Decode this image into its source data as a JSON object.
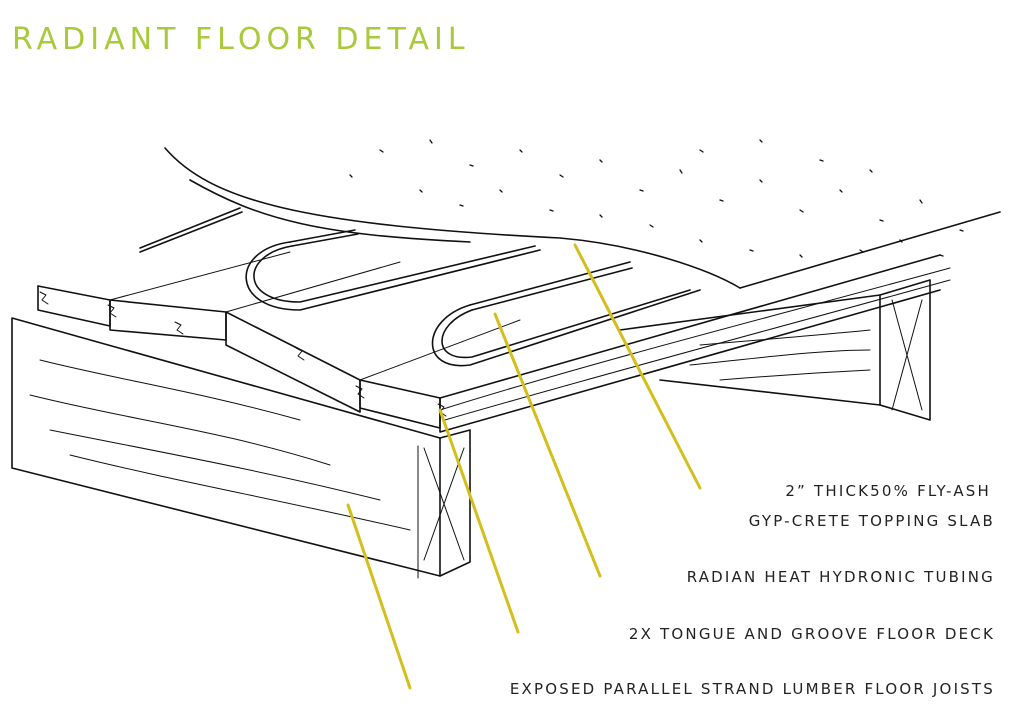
{
  "title": "RADIANT FLOOR DETAIL",
  "colors": {
    "title": "#a8c93a",
    "leader": "#d4be1c",
    "ink": "#111111"
  },
  "labels": [
    {
      "id": "slab-line1",
      "text": "2” THICK50% FLY-ASH"
    },
    {
      "id": "slab-line2",
      "text": "GYP-CRETE TOPPING SLAB"
    },
    {
      "id": "tubing",
      "text": "RADIAN HEAT HYDRONIC TUBING"
    },
    {
      "id": "deck",
      "text": "2X TONGUE AND GROOVE FLOOR DECK"
    },
    {
      "id": "joists",
      "text": "EXPOSED PARALLEL STRAND LUMBER FLOOR JOISTS"
    }
  ]
}
